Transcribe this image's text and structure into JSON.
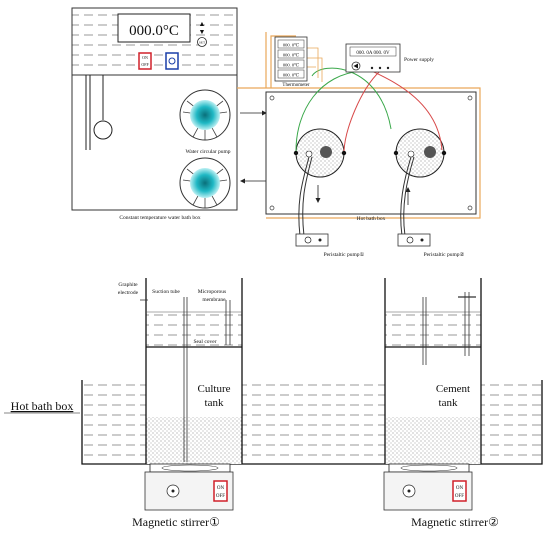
{
  "controller": {
    "temperature_display": "000.0°C",
    "up_arrow": "▲",
    "down_arrow": "▼",
    "set_button": "SET",
    "on_label": "ON",
    "off_label": "OFF"
  },
  "top_labels": {
    "water_circular_pump": "Water circular pump",
    "constant_bath_box": "Constant temperature water bath box",
    "thermometer": "Thermometer",
    "power_supply": "Power supply",
    "hot_bath_box": "Hot bath box",
    "pump1": "Peristaltic pump①",
    "pump2": "Peristaltic pump②"
  },
  "thermometer_readings": [
    "000. 0℃",
    "000. 0℃",
    "000. 0℃",
    "000. 0℃"
  ],
  "power_supply_display": "000. 0A 000. 0V",
  "bottom_labels": {
    "graphite_electrode_1": "Graphite",
    "graphite_electrode_2": "electrode",
    "suction_tube": "Suction tube",
    "microporous_1": "Microporous",
    "microporous_2": "membrane",
    "seal_cover": "Seal cover",
    "culture_1": "Culture",
    "culture_2": "tank",
    "cement_1": "Cement",
    "cement_2": "tank",
    "hot_bath_box": "Hot bath box",
    "stirrer1": "Magnetic stirrer①",
    "stirrer2": "Magnetic stirrer②",
    "on_label": "ON",
    "off_label": "OFF"
  },
  "colors": {
    "red_switch": "#d0202a",
    "blue_switch": "#1a3fa8",
    "pump_teal": "#1fb8c4",
    "wire_green": "#3aa84a",
    "wire_red": "#d84a4a",
    "pipe_orange": "#e9a85a"
  }
}
